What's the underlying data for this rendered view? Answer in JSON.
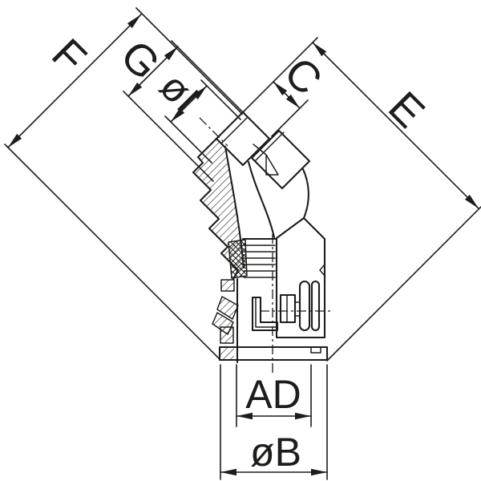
{
  "page": {
    "background": "#ffffff",
    "line_color": "#1d1d1b"
  },
  "drawing": {
    "type": "technical-dimension-drawing",
    "subject": "45-degree flexible conduit elbow fitting, half-section side view",
    "dimension_labels": {
      "f": "F",
      "g": "G",
      "i": "øI",
      "c": "C",
      "e": "E",
      "ad": "AD",
      "b": "øB"
    }
  }
}
